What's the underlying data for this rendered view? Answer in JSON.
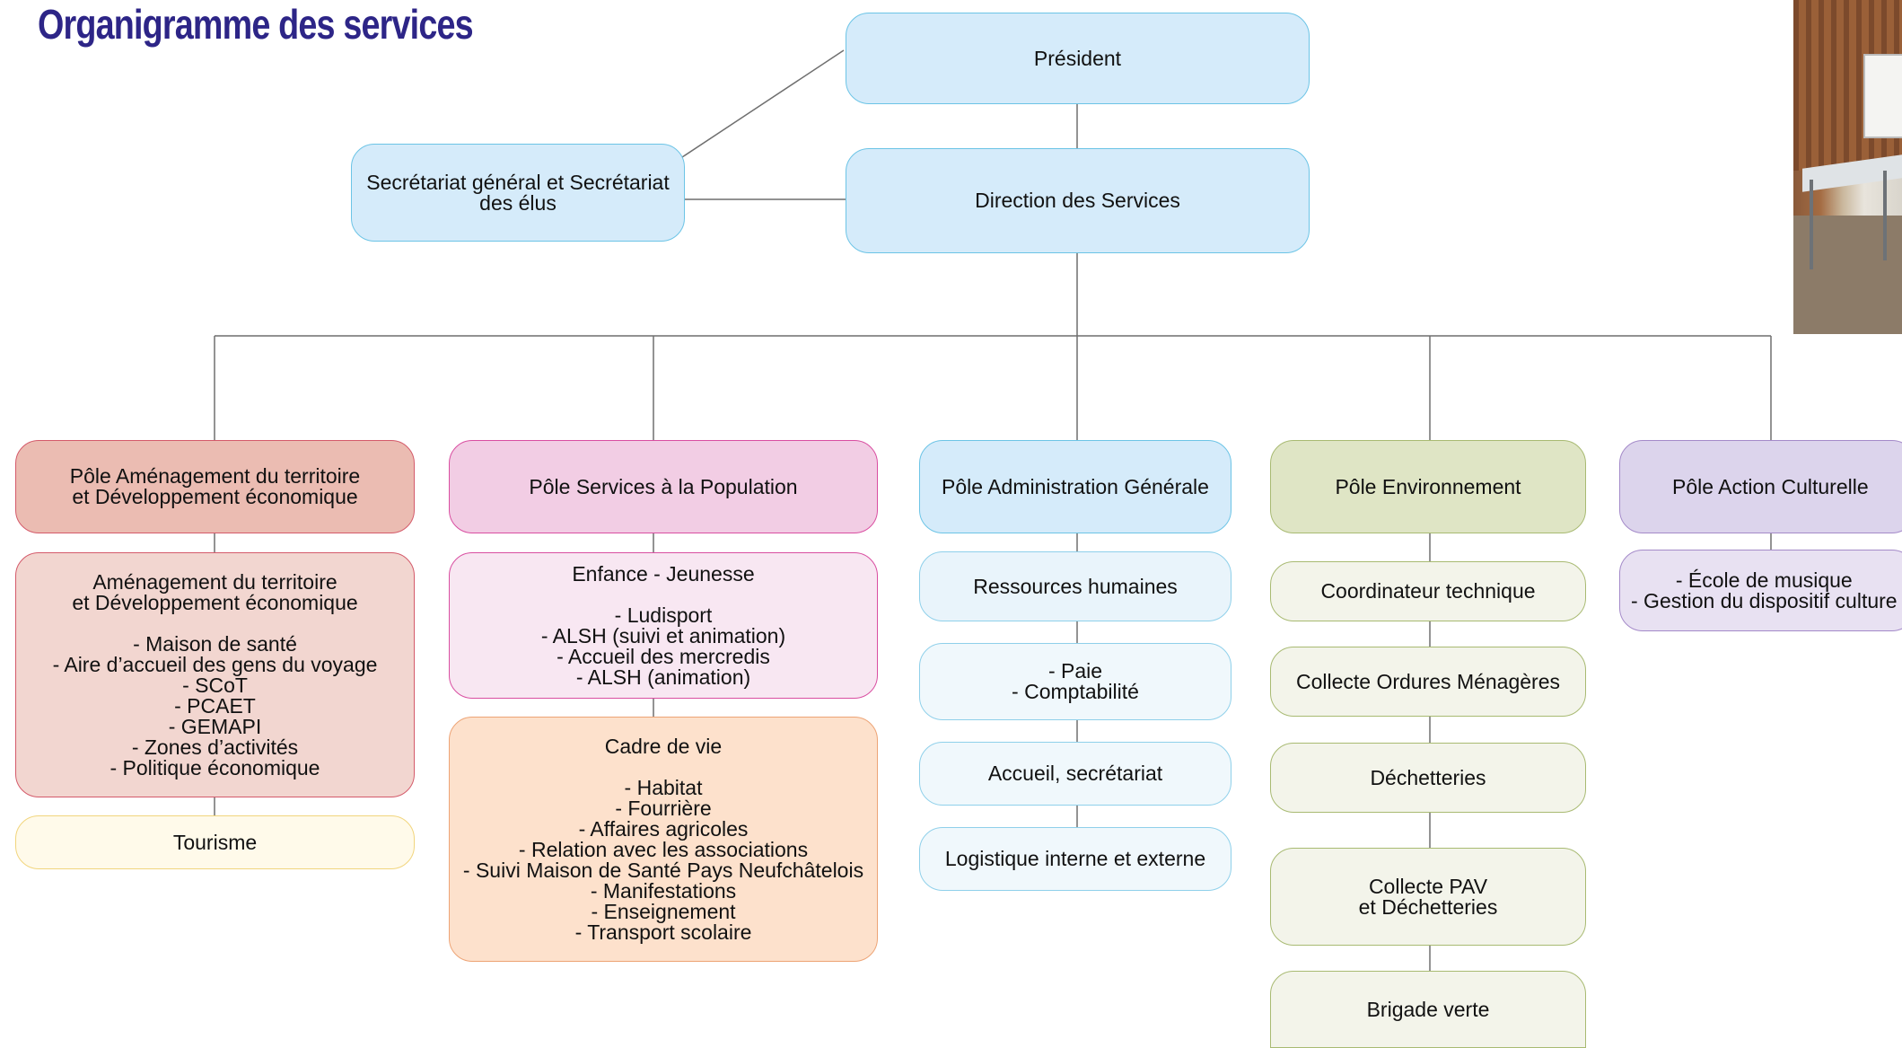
{
  "title": "Organigramme des services",
  "president": "Président",
  "secretariat": "Secrétariat général et Secrétariat\ndes élus",
  "direction": "Direction des Services",
  "poles": {
    "amenagement": {
      "title": "Pôle Aménagement du territoire\net Développement économique",
      "items": [
        "Aménagement du territoire\net Développement économique\n\n- Maison de santé\n- Aire d’accueil des gens du voyage\n- SCoT\n- PCAET\n- GEMAPI\n- Zones d’activités\n- Politique économique",
        "Tourisme"
      ]
    },
    "population": {
      "title": "Pôle Services à la Population",
      "items": [
        "Enfance - Jeunesse\n\n- Ludisport\n- ALSH (suivi et animation)\n- Accueil des mercredis\n- ALSH (animation)",
        "Cadre de vie\n\n- Habitat\n- Fourrière\n- Affaires agricoles\n- Relation avec les associations\n- Suivi Maison de Santé Pays Neufchâtelois\n- Manifestations\n- Enseignement\n- Transport scolaire"
      ]
    },
    "administration": {
      "title": "Pôle Administration Générale",
      "items": [
        "Ressources humaines",
        "- Paie\n- Comptabilité",
        "Accueil, secrétariat",
        "Logistique interne et externe"
      ]
    },
    "environnement": {
      "title": "Pôle Environnement",
      "items": [
        "Coordinateur technique",
        "Collecte Ordures Ménagères",
        "Déchetteries",
        "Collecte PAV\net Déchetteries",
        "Brigade verte"
      ]
    },
    "culture": {
      "title": "Pôle Action Culturelle",
      "items": [
        "- École de musique\n- Gestion du dispositif culture"
      ]
    }
  }
}
